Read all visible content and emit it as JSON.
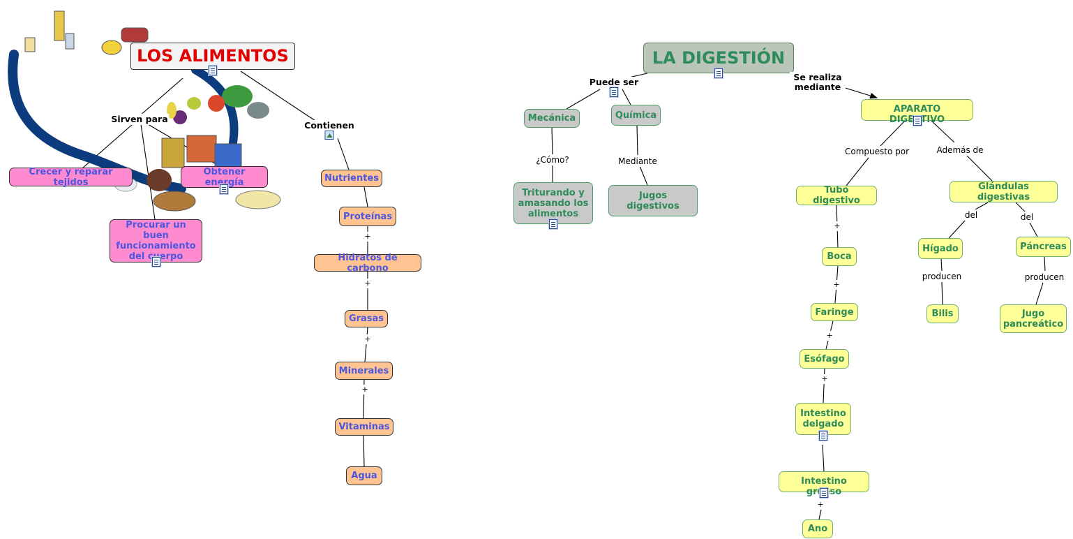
{
  "left_map": {
    "title": "LOS ALIMENTOS",
    "link_sirven": "Sirven para",
    "link_contienen": "Contienen",
    "crecer": "Crecer y reparar tejidos",
    "energia": "Obtener energía",
    "procurar": "Procurar un buen funcionamiento del cuerpo",
    "nutrientes": "Nutrientes",
    "proteinas": "Proteínas",
    "hidratos": "Hidratos de carbono",
    "grasas": "Grasas",
    "minerales": "Minerales",
    "vitaminas": "Vitaminas",
    "agua": "Agua",
    "plus": "+"
  },
  "right_map": {
    "title": "LA DIGESTIÓN",
    "link_puede": "Puede ser",
    "link_realiza": "Se realiza mediante",
    "mecanica": "Mecánica",
    "quimica": "Química",
    "link_como": "¿Cómo?",
    "link_mediante": "Mediante",
    "triturando": "Triturando y amasando los alimentos",
    "jugos": "Jugos digestivos",
    "aparato": "APARATO DIGESTIVO",
    "link_compuesto": "Compuesto por",
    "link_ademas": "Además de",
    "tubo": "Tubo digestivo",
    "glandulas": "Glándulas digestivas",
    "boca": "Boca",
    "faringe": "Faringe",
    "esofago": "Esófago",
    "intestino_delgado": "Intestino delgado",
    "intestino_grueso": "Intestino grueso",
    "ano": "Ano",
    "link_del": "del",
    "higado": "Hígado",
    "pancreas": "Páncreas",
    "link_producen": "producen",
    "bilis": "Bilis",
    "jugo_pancreatico": "Jugo pancreático",
    "plus": "+"
  },
  "colors": {
    "title_red": "#e00000",
    "digestion_green": "#2e8b5a",
    "pink": "#ff8ad0",
    "peach": "#ffc491",
    "gray": "#c9c9c9",
    "yellow": "#feff96",
    "blue_text": "#4b57e0"
  },
  "icons": [
    "document-icon",
    "image-icon"
  ]
}
